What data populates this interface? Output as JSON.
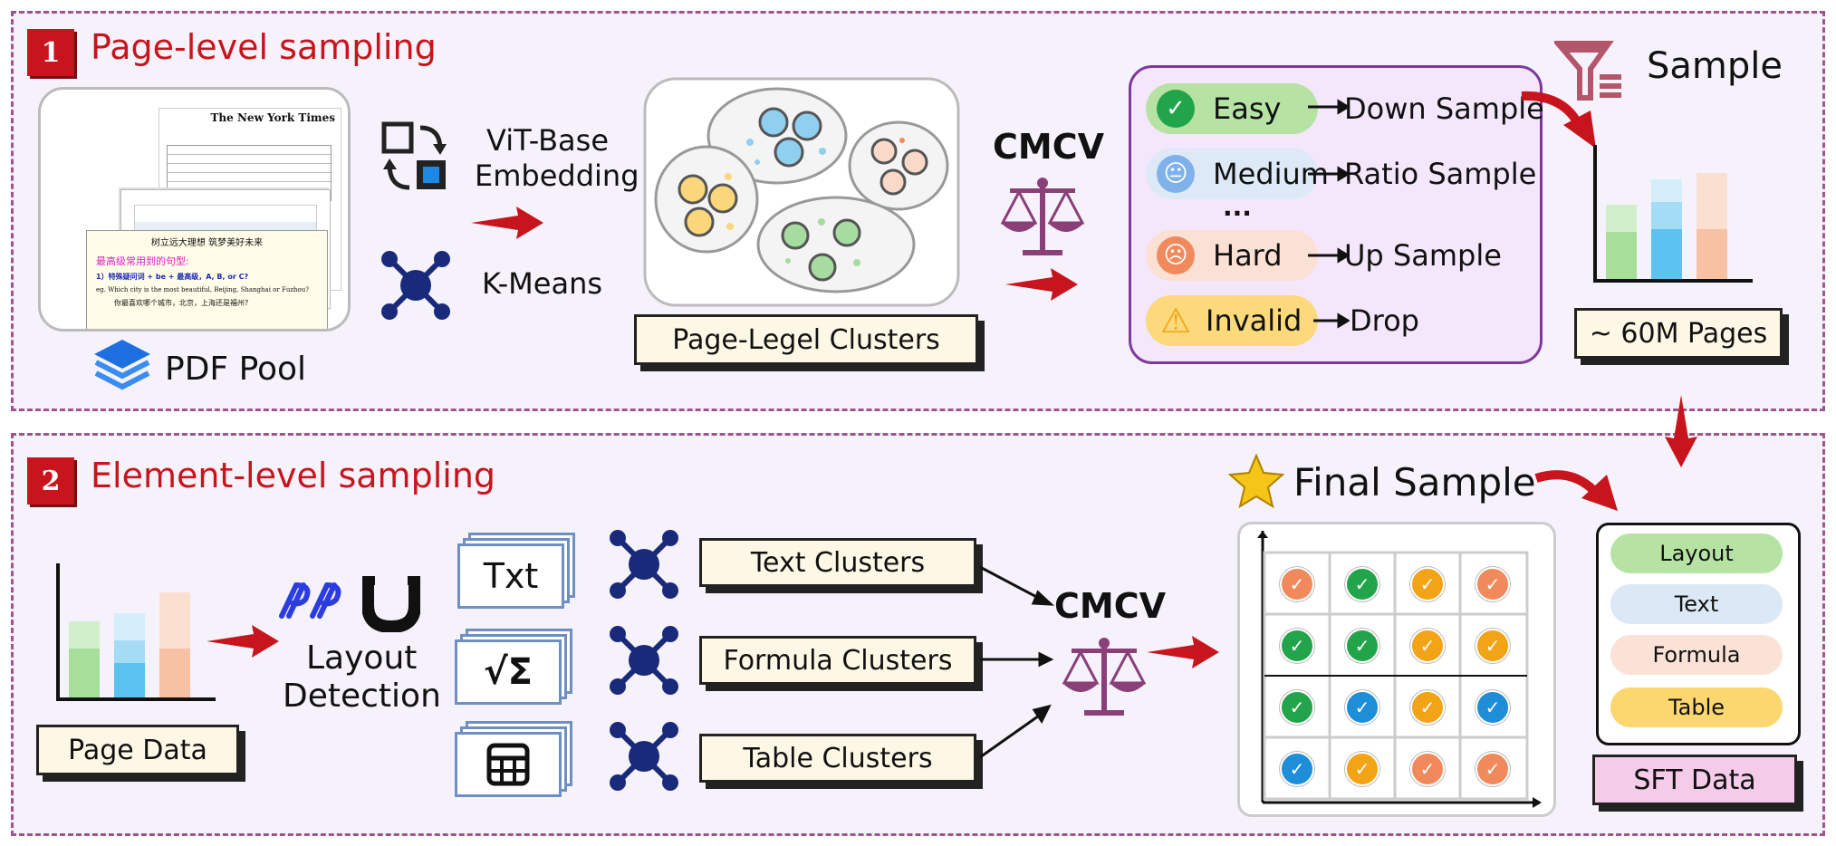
{
  "section1": {
    "number": "1",
    "title": "Page-level sampling"
  },
  "section2": {
    "number": "2",
    "title": "Element-level sampling"
  },
  "pdf_pool": {
    "label": "PDF Pool",
    "doc_header": "The New York Times",
    "doc_heading": "树立远大理想  筑梦美好未来",
    "doc_line1": "最高级常用到的句型:",
    "doc_line2": "1）特殊疑问词 + be + 最高级，A, B, or C?",
    "doc_line3": "eg. Which city is the most beautiful, Beijing, Shanghai or Fuzhou?",
    "doc_line4": "你最喜欢哪个城市，北京，上海还是福州?"
  },
  "embedding": {
    "vit_label_1": "ViT-Base",
    "vit_label_2": "Embedding",
    "kmeans_label": "K-Means"
  },
  "clusters": {
    "label": "Page-Legel Clusters"
  },
  "cmcv_1": "CMCV",
  "difficulty": [
    {
      "name": "Easy",
      "icon": "check-icon",
      "color": "#b6e3a3",
      "icon_color": "#22a44a",
      "action": "Down Sample"
    },
    {
      "name": "Medium",
      "icon": "neutral-face-icon",
      "color": "#dde9f6",
      "icon_color": "#7fb2ea",
      "action": "Ratio Sample"
    },
    {
      "name": "Hard",
      "icon": "sad-face-icon",
      "color": "#fbe1d3",
      "icon_color": "#f08a5d",
      "action": "Up Sample"
    },
    {
      "name": "Invalid",
      "icon": "warning-icon",
      "color": "#fcd97a",
      "icon_color": "#f2a316",
      "action": "Drop"
    }
  ],
  "ellipsis": "...",
  "sample": {
    "title": "Sample",
    "pages_label": "~ 60M Pages"
  },
  "page_data": {
    "label": "Page Data"
  },
  "layout_detection": {
    "line1": "Layout",
    "line2": "Detection"
  },
  "element_icons": {
    "text": "Txt",
    "formula": "√Σ"
  },
  "element_clusters": [
    "Text Clusters",
    "Formula Clusters",
    "Table Clusters"
  ],
  "cmcv_2": "CMCV",
  "final_sample": {
    "title": "Final Sample"
  },
  "sft": {
    "label": "SFT Data",
    "items": [
      "Layout",
      "Text",
      "Formula",
      "Table"
    ],
    "colors": [
      "#b6e3a3",
      "#dbe8f5",
      "#fbe2d6",
      "#fcd76f"
    ]
  },
  "colors": {
    "accent_red": "#c8141c",
    "panel_border": "#a0548f",
    "purple_scale": "#8a3f79",
    "navy": "#1a2a7a",
    "easy_green": "#22a44a",
    "medium_blue": "#1f8ed8",
    "hard_orange": "#f08a5d",
    "invalid_yellow": "#f2a316"
  }
}
